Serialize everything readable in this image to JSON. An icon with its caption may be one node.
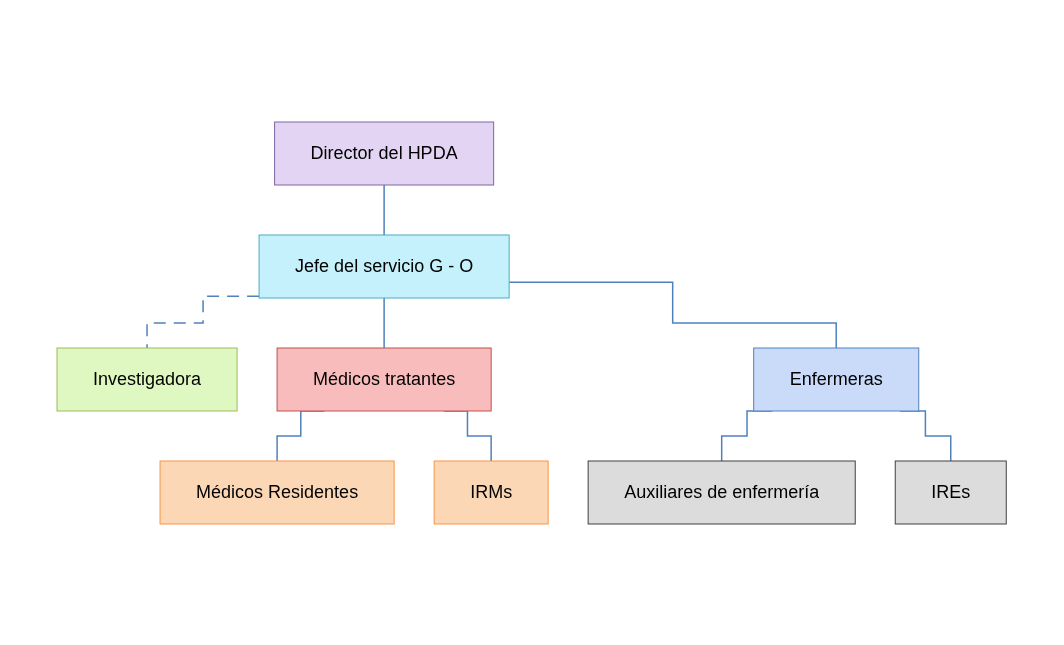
{
  "diagram": {
    "nodes": [
      {
        "text": [
          "Director del HPDA"
        ]
      },
      {
        "text": [
          "Jefe del servicio G - O"
        ]
      },
      {
        "text": [
          "Investigadora"
        ]
      },
      {
        "text": [
          "Médicos tratantes"
        ]
      },
      {
        "text": [
          "Enfermeras"
        ]
      },
      {
        "text": [
          "Médicos Residentes"
        ]
      },
      {
        "text": [
          "IRMs"
        ]
      },
      {
        "text": [
          "Auxiliares de enfermería"
        ]
      },
      {
        "text": [
          "IREs"
        ]
      }
    ],
    "edges": [
      {
        "from": 0,
        "to": 1,
        "arrow": "none"
      },
      {
        "from": 1,
        "to": 2,
        "arrow": "none",
        "style": "dashed"
      },
      {
        "from": 1,
        "to": 3,
        "arrow": "none"
      },
      {
        "from": 1,
        "to": 4,
        "arrow": "none"
      },
      {
        "from": 3,
        "to": 5,
        "arrow": "none"
      },
      {
        "from": 3,
        "to": 6,
        "arrow": "none"
      },
      {
        "from": 4,
        "to": 7,
        "arrow": "none"
      },
      {
        "from": 4,
        "to": 8,
        "arrow": "none"
      }
    ]
  }
}
